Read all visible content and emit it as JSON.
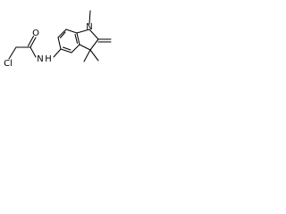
{
  "structure": {
    "atoms": {
      "chlorine": "Cl",
      "oxygen": "O",
      "amide_nitrogen": "N",
      "amide_hydrogen": "H",
      "ring_nitrogen": "N"
    },
    "colors": {
      "bond": "#000000",
      "label": "#000000",
      "background": "#ffffff"
    }
  }
}
